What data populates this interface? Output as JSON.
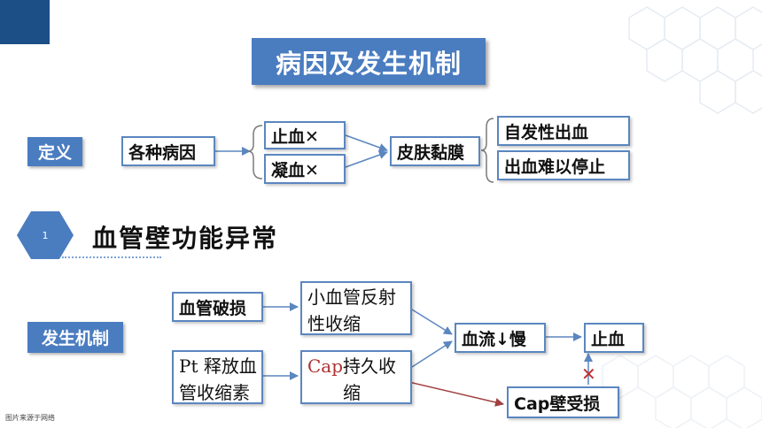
{
  "title": "病因及发生机制",
  "definition": {
    "label": "定义",
    "cause": "各种病因",
    "branches": [
      "止血✕",
      "凝血✕"
    ],
    "target": "皮肤黏膜",
    "results": [
      "自发性出血",
      "出血难以停止"
    ]
  },
  "section": {
    "number": "1",
    "heading": "血管壁功能异常"
  },
  "mechanism": {
    "label": "发生机制",
    "vessel_damage": "血管破损",
    "reflex": "小血管反射性收缩",
    "pt_release": "Pt 释放血管收缩素",
    "cap_prefix": "Cap",
    "cap_suffix": "持久收缩",
    "slow_flow": "血流↓慢",
    "hemostasis": "止血",
    "cap_damage": "Cap壁受损",
    "blocked_mark": "✕"
  },
  "source_note": "图片来源于网络",
  "colors": {
    "accent": "#4a7cc0",
    "box_border": "#5b86bf",
    "arrow_blue": "#5b86bf",
    "arrow_red": "#a04040",
    "mark_red": "#c03030"
  }
}
